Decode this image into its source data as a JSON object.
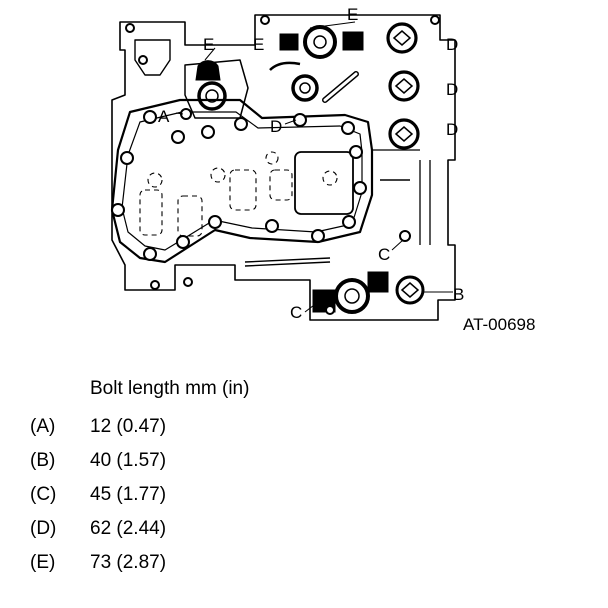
{
  "figure": {
    "id_label": "AT-00698",
    "callouts": {
      "A": "A",
      "B": "B",
      "C": "C",
      "D": "D",
      "E": "E"
    }
  },
  "legend": {
    "heading": "Bolt length mm (in)",
    "rows": [
      {
        "key": "(A)",
        "value": "12 (0.47)"
      },
      {
        "key": "(B)",
        "value": "40 (1.57)"
      },
      {
        "key": "(C)",
        "value": "45 (1.77)"
      },
      {
        "key": "(D)",
        "value": "62 (2.44)"
      },
      {
        "key": "(E)",
        "value": "73 (2.87)"
      }
    ]
  }
}
